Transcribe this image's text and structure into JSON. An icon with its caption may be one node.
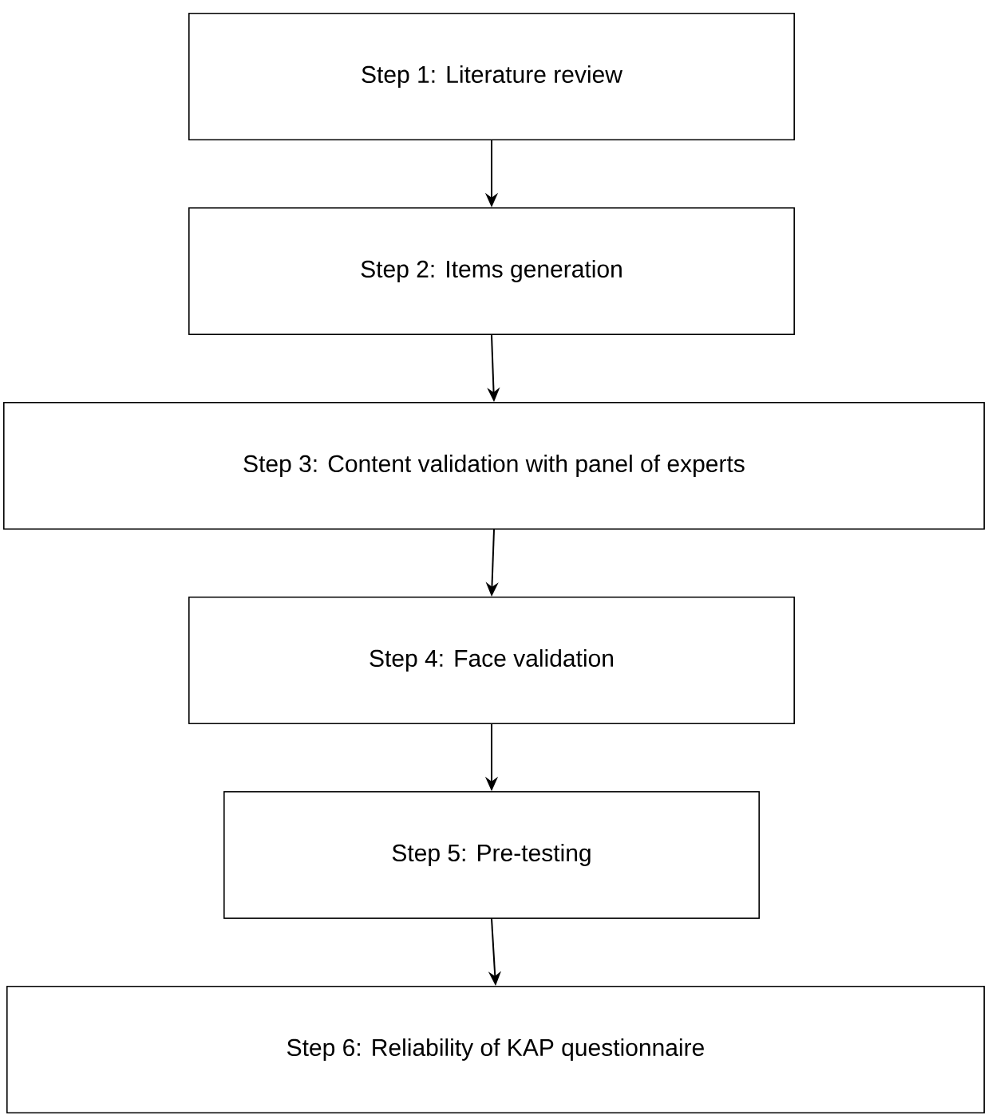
{
  "diagram": {
    "nodes": [
      {
        "text": [
          "Step 1: Literature review"
        ]
      },
      {
        "text": [
          "Step 2: Items generation"
        ]
      },
      {
        "text": [
          "Step 3: Content validation with panel of experts"
        ]
      },
      {
        "text": [
          "Step 4: Face validation"
        ]
      },
      {
        "text": [
          "Step 5: Pre-testing"
        ]
      },
      {
        "text": [
          "Step 6: Reliability of KAP questionnaire"
        ]
      }
    ],
    "edges": [
      {
        "from": 0,
        "to": 1,
        "arrow": "to"
      },
      {
        "from": 1,
        "to": 2,
        "arrow": "to"
      },
      {
        "from": 2,
        "to": 3,
        "arrow": "to"
      },
      {
        "from": 3,
        "to": 4,
        "arrow": "to"
      },
      {
        "from": 4,
        "to": 5,
        "arrow": "to"
      }
    ]
  }
}
